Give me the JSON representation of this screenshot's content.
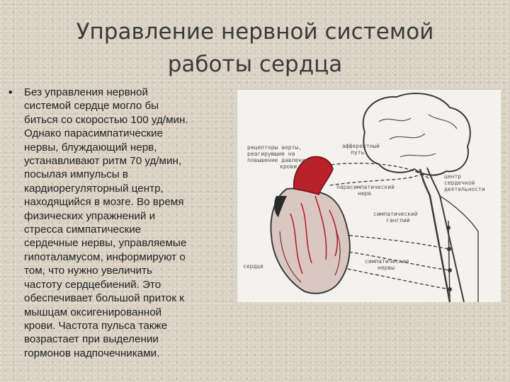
{
  "slide": {
    "title_lines": [
      "Управление нервной системой",
      "работы сердца"
    ],
    "bullet_glyph": "•",
    "body_lines": [
      "Без управления нервной",
      "системой сердце могло бы",
      "биться со скоростью 100 уд/мин.",
      "Однако парасимпатические",
      "нервы, блуждающий нерв,",
      "устанавливают ритм 70 уд/мин,",
      "посылая импульсы в",
      "кардиорегуляторный центр,",
      "находящийся в мозге. Во время",
      "физических упражнений и",
      "стресса симпатические",
      "сердечные нервы, управляемые",
      "гипоталамусом, информируют о",
      "том, что нужно увеличить",
      "частоту сердцебиений. Это",
      "обеспечивает большой приток к",
      "мышцам оксигенированной",
      "крови. Частота пульса также",
      "возрастает при выделении",
      "гормонов надпочечниками."
    ]
  },
  "figure": {
    "labels": {
      "aorta_receptors": [
        "рецепторы аорты,",
        "реагирующие на",
        "повышение давления",
        "крови"
      ],
      "afferent_path": [
        "афферентный",
        "путь"
      ],
      "parasympathetic_nerve": [
        "парасимпатический",
        "нерв"
      ],
      "center": [
        "центр",
        "сердечной",
        "деятельности"
      ],
      "sympathetic_ganglion": [
        "симпатический",
        "ганглий"
      ],
      "heart": [
        "сердце"
      ],
      "sympathetic_nerves": [
        "симпатические",
        "нервы"
      ]
    },
    "colors": {
      "heart_red": "#b8202a",
      "heart_dark": "#6a1116",
      "line": "#3a3a3a"
    }
  }
}
